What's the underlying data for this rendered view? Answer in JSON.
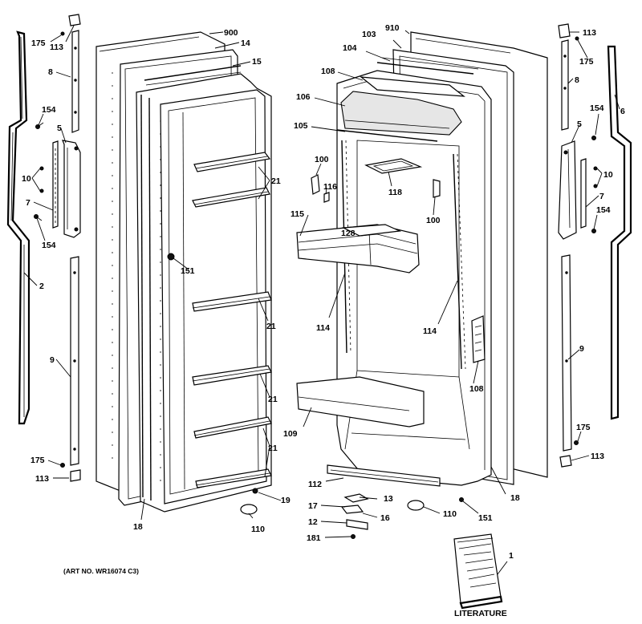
{
  "diagram": {
    "art_number": "(ART NO. WR16074 C3)",
    "literature_caption": "LITERATURE",
    "callouts": {
      "c900": "900",
      "c14": "14",
      "c15": "15",
      "c910": "910",
      "c103": "103",
      "c104": "104",
      "c108": "108",
      "c106": "106",
      "c105": "105",
      "c100a": "100",
      "c116": "116",
      "c118": "118",
      "c100b": "100",
      "c115": "115",
      "c128": "128",
      "c114a": "114",
      "c114b": "114",
      "c108b": "108",
      "c109": "109",
      "c112": "112",
      "c13": "13",
      "c17": "17",
      "c16": "16",
      "c12": "12",
      "c181": "181",
      "c110a": "110",
      "c110b": "110",
      "c151a": "151",
      "c151b": "151",
      "c19": "19",
      "c18a": "18",
      "c18b": "18",
      "c21a": "21",
      "c21b": "21",
      "c21c": "21",
      "c21d": "21",
      "c1": "1",
      "l175a": "175",
      "l113a": "113",
      "l8": "8",
      "l154a": "154",
      "l5": "5",
      "l10": "10",
      "l7": "7",
      "l154b": "154",
      "l2": "2",
      "l9": "9",
      "l175b": "175",
      "l113b": "113",
      "r113a": "113",
      "r175a": "175",
      "r8": "8",
      "r6": "6",
      "r154a": "154",
      "r5": "5",
      "r10": "10",
      "r7": "7",
      "r154b": "154",
      "r9": "9",
      "r175b": "175",
      "r113b": "113"
    }
  }
}
